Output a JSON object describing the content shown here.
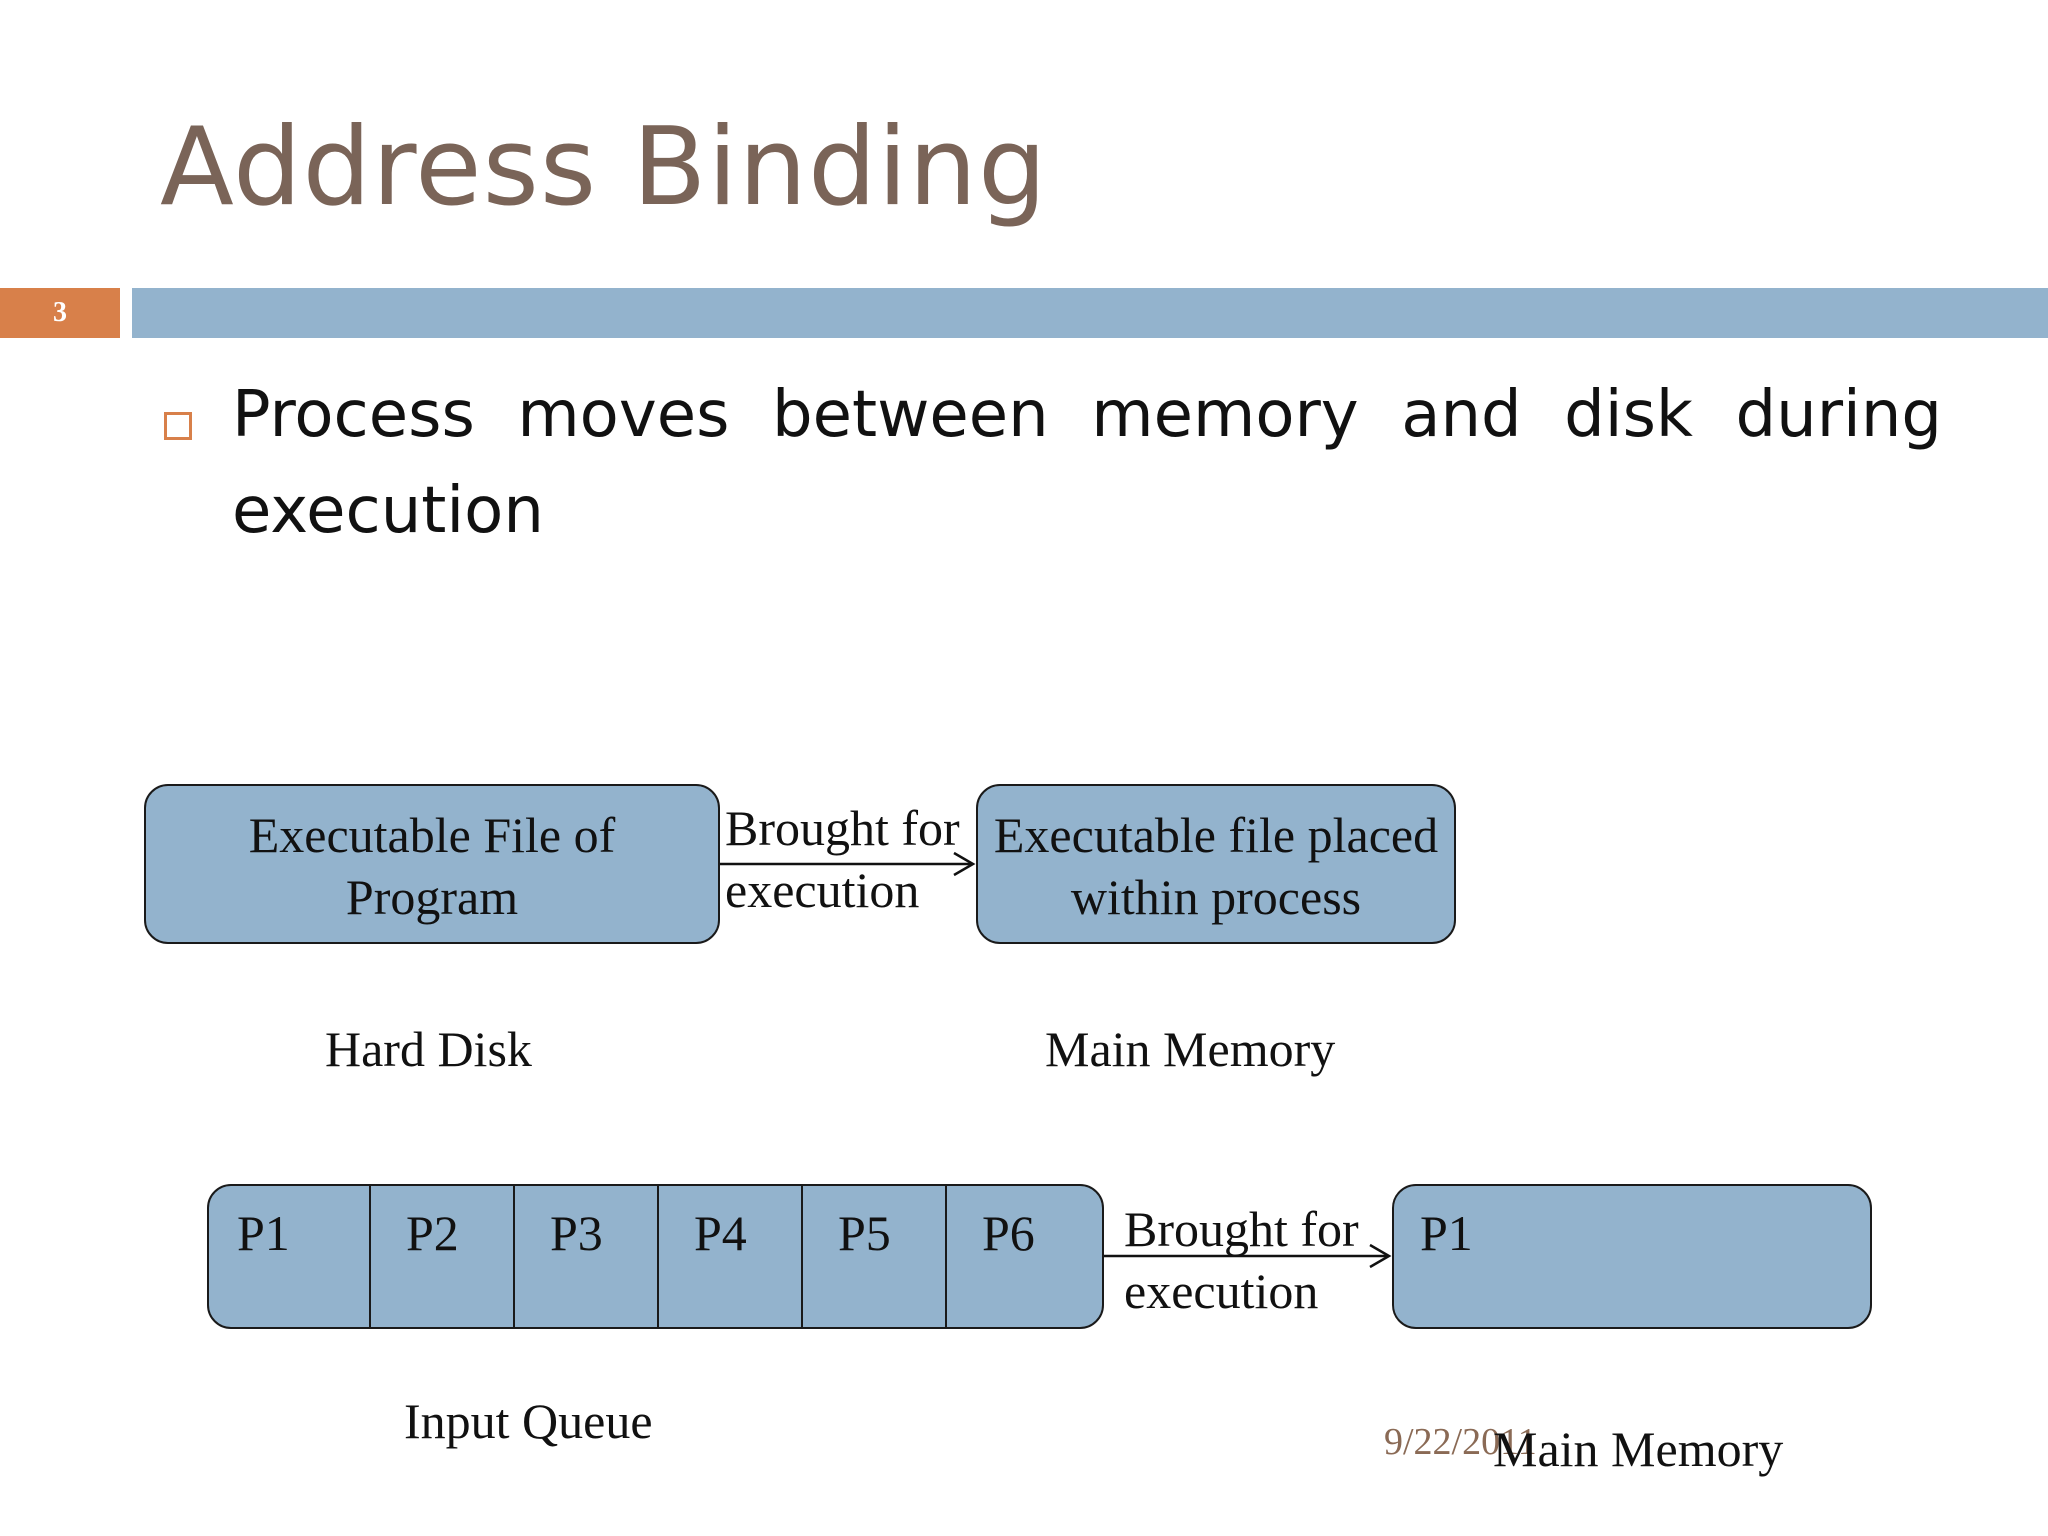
{
  "slide": {
    "title": "Address Binding",
    "number": "3",
    "date": "9/22/2011",
    "bullet": {
      "line1": "Process moves between memory and disk during",
      "line2": "execution"
    }
  },
  "diagram_top": {
    "left_box": {
      "line1": "Executable  File of",
      "line2": "Program"
    },
    "arrow_label": {
      "line1": "Brought for",
      "line2": "execution"
    },
    "right_box": {
      "line1": "Executable file placed",
      "line2": "within process"
    },
    "left_caption": "Hard Disk",
    "right_caption": "Main Memory"
  },
  "diagram_bottom": {
    "queue": [
      "P1",
      "P2",
      "P3",
      "P4",
      "P5",
      "P6"
    ],
    "arrow_label": {
      "line1": "Brought for",
      "line2": "execution"
    },
    "memory_box_label": "P1",
    "left_caption": "Input Queue",
    "right_caption": "Main Memory"
  },
  "colors": {
    "title": "#7a6458",
    "accent": "#d8804a",
    "bar": "#93b3cd",
    "box_fill": "#93b3cd"
  }
}
